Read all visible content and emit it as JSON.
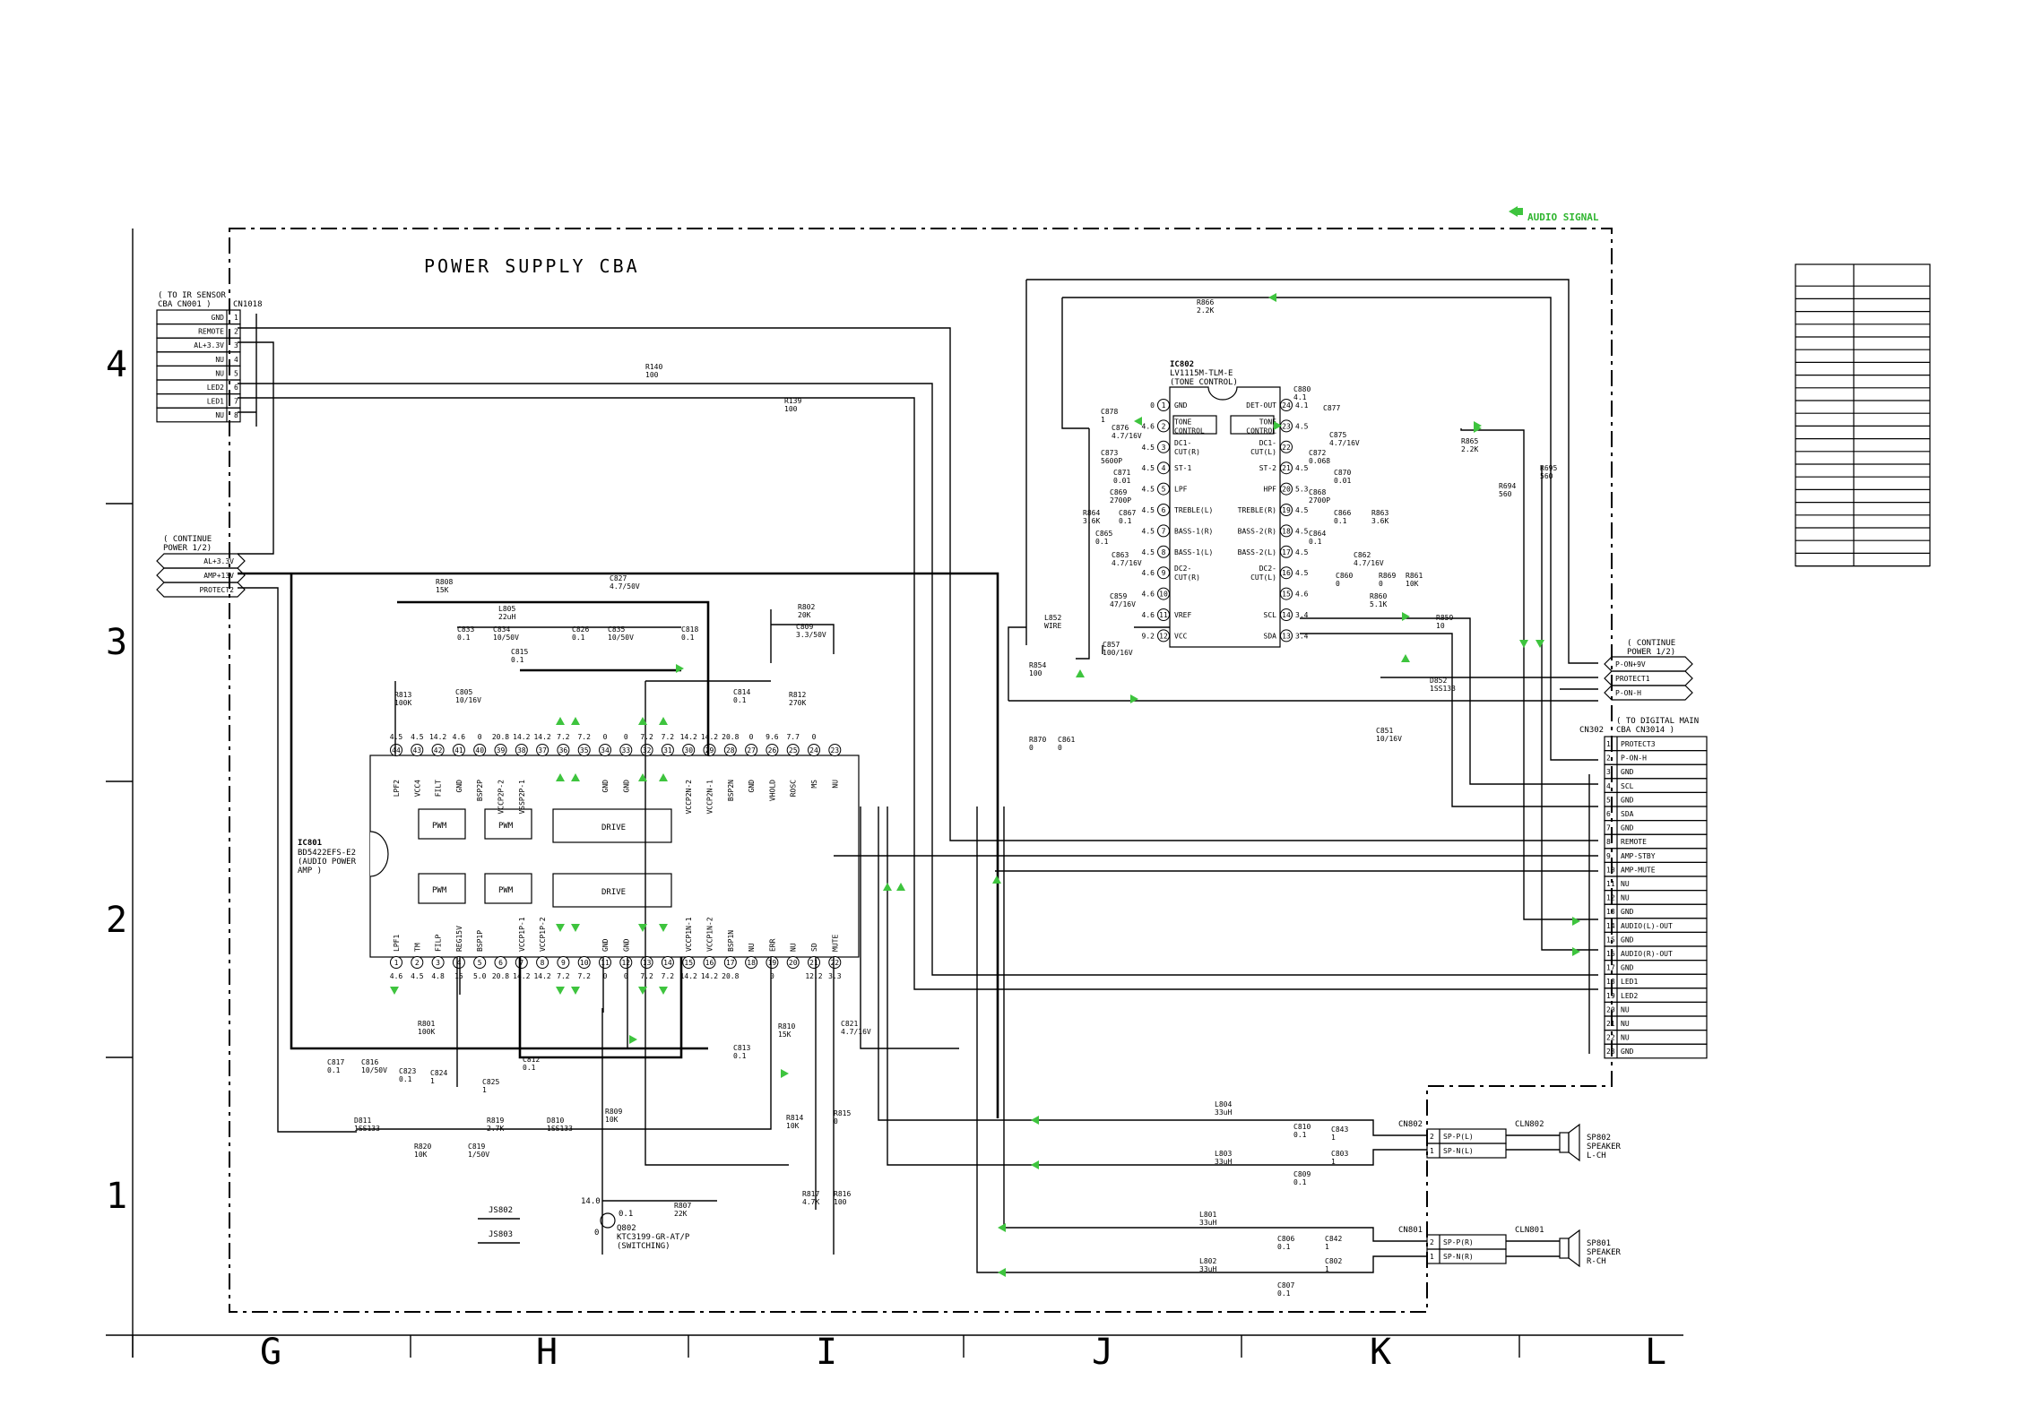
{
  "grid": {
    "rows": [
      "4",
      "3",
      "2",
      "1"
    ],
    "cols": [
      "G",
      "H",
      "I",
      "J",
      "K",
      "L"
    ]
  },
  "header": {
    "title": "POWER SUPPLY CBA",
    "audio_signal": "AUDIO SIGNAL"
  },
  "cn1018": {
    "ref": "CN1018",
    "note1": "( TO IR SENSOR",
    "note2": "CBA CN001 )",
    "pins": [
      {
        "name": "GND",
        "num": "1"
      },
      {
        "name": "REMOTE",
        "num": "2"
      },
      {
        "name": "AL+3.3V",
        "num": "3"
      },
      {
        "name": "NU",
        "num": "4"
      },
      {
        "name": "NU",
        "num": "5"
      },
      {
        "name": "LED2",
        "num": "6"
      },
      {
        "name": "LED1",
        "num": "7"
      },
      {
        "name": "NU",
        "num": "8"
      }
    ]
  },
  "power_left": {
    "note1": "( CONTINUE",
    "note2": "POWER 1/2)",
    "lines": [
      "AL+3.3V",
      "AMP+13V",
      "PROTECT2"
    ]
  },
  "power_right": {
    "note1": "( CONTINUE",
    "note2": "POWER 1/2)",
    "lines": [
      "P-ON+9V",
      "PROTECT1",
      "P-ON-H"
    ]
  },
  "cn302": {
    "ref": "CN302",
    "note1": "( TO DIGITAL MAIN",
    "note2": "CBA CN3014 )",
    "pins": [
      {
        "num": "1",
        "name": "PROTECT3"
      },
      {
        "num": "2",
        "name": "P-ON-H"
      },
      {
        "num": "3",
        "name": "GND"
      },
      {
        "num": "4",
        "name": "SCL"
      },
      {
        "num": "5",
        "name": "GND"
      },
      {
        "num": "6",
        "name": "SDA"
      },
      {
        "num": "7",
        "name": "GND"
      },
      {
        "num": "8",
        "name": "REMOTE"
      },
      {
        "num": "9",
        "name": "AMP-STBY"
      },
      {
        "num": "10",
        "name": "AMP-MUTE"
      },
      {
        "num": "11",
        "name": "NU"
      },
      {
        "num": "12",
        "name": "NU"
      },
      {
        "num": "13",
        "name": "GND"
      },
      {
        "num": "14",
        "name": "AUDIO(L)-OUT"
      },
      {
        "num": "15",
        "name": "GND"
      },
      {
        "num": "16",
        "name": "AUDIO(R)-OUT"
      },
      {
        "num": "17",
        "name": "GND"
      },
      {
        "num": "18",
        "name": "LED1"
      },
      {
        "num": "19",
        "name": "LED2"
      },
      {
        "num": "20",
        "name": "NU"
      },
      {
        "num": "21",
        "name": "NU"
      },
      {
        "num": "22",
        "name": "NU"
      },
      {
        "num": "23",
        "name": "GND"
      }
    ]
  },
  "ic801": {
    "ref": "IC801",
    "part": "BD5422EFS-E2",
    "desc1": "(AUDIO POWER",
    "desc2": "AMP )",
    "top_pins": [
      {
        "num": "44",
        "name": "LPF2",
        "v": "4.5"
      },
      {
        "num": "43",
        "name": "VCC4",
        "v": "4.5"
      },
      {
        "num": "42",
        "name": "FILT",
        "v": "14.2"
      },
      {
        "num": "41",
        "name": "GND",
        "v": "4.6"
      },
      {
        "num": "40",
        "name": "BSP2P",
        "v": "0"
      },
      {
        "num": "39",
        "name": "VCCP2P-2",
        "v": "20.8"
      },
      {
        "num": "38",
        "name": "VSSP2P-1",
        "v": "14.2"
      },
      {
        "num": "37",
        "name": "",
        "v": "14.2"
      },
      {
        "num": "36",
        "name": "",
        "v": "7.2"
      },
      {
        "num": "35",
        "name": "",
        "v": "7.2"
      },
      {
        "num": "34",
        "name": "GND",
        "v": "0"
      },
      {
        "num": "33",
        "name": "GND",
        "v": "0"
      },
      {
        "num": "32",
        "name": "",
        "v": "7.2"
      },
      {
        "num": "31",
        "name": "",
        "v": "7.2"
      },
      {
        "num": "30",
        "name": "VCCP2N-2",
        "v": "14.2"
      },
      {
        "num": "29",
        "name": "VCCP2N-1",
        "v": "14.2"
      },
      {
        "num": "28",
        "name": "BSP2N",
        "v": "20.8"
      },
      {
        "num": "27",
        "name": "GND",
        "v": "0"
      },
      {
        "num": "26",
        "name": "VHOLD",
        "v": "9.6"
      },
      {
        "num": "25",
        "name": "ROSC",
        "v": "7.7"
      },
      {
        "num": "24",
        "name": "MS",
        "v": "0"
      },
      {
        "num": "23",
        "name": "NU",
        "v": ""
      }
    ],
    "bot_pins": [
      {
        "num": "1",
        "name": "LPF1",
        "v": "4.6"
      },
      {
        "num": "2",
        "name": "TM",
        "v": "4.5"
      },
      {
        "num": "3",
        "name": "FILP",
        "v": "4.8"
      },
      {
        "num": "4",
        "name": "REG15V",
        "v": "15"
      },
      {
        "num": "5",
        "name": "BSP1P",
        "v": "5.0"
      },
      {
        "num": "6",
        "name": "",
        "v": "20.8"
      },
      {
        "num": "7",
        "name": "VCCP1P-1",
        "v": "14.2"
      },
      {
        "num": "8",
        "name": "VCCP1P-2",
        "v": "14.2"
      },
      {
        "num": "9",
        "name": "",
        "v": "7.2"
      },
      {
        "num": "10",
        "name": "",
        "v": "7.2"
      },
      {
        "num": "11",
        "name": "GND",
        "v": "0"
      },
      {
        "num": "12",
        "name": "GND",
        "v": "0"
      },
      {
        "num": "13",
        "name": "",
        "v": "7.2"
      },
      {
        "num": "14",
        "name": "",
        "v": "7.2"
      },
      {
        "num": "15",
        "name": "VCCP1N-1",
        "v": "14.2"
      },
      {
        "num": "16",
        "name": "VCCP1N-2",
        "v": "14.2"
      },
      {
        "num": "17",
        "name": "BSP1N",
        "v": "20.8"
      },
      {
        "num": "18",
        "name": "NU",
        "v": ""
      },
      {
        "num": "19",
        "name": "ERR",
        "v": "0"
      },
      {
        "num": "20",
        "name": "NU",
        "v": ""
      },
      {
        "num": "21",
        "name": "SD",
        "v": "12.2"
      },
      {
        "num": "22",
        "name": "MUTE",
        "v": "3.3"
      }
    ],
    "blocks": [
      "PWM",
      "PWM",
      "DRIVE",
      "PWM",
      "PWM",
      "DRIVE"
    ]
  },
  "ic802": {
    "ref": "IC802",
    "part": "LV1115M-TLM-E",
    "desc": "(TONE CONTROL)",
    "left_pins": [
      {
        "num": "1",
        "name": "GND",
        "v": "0"
      },
      {
        "num": "2",
        "name": "TONE CONTROL",
        "v": "4.6"
      },
      {
        "num": "3",
        "name": "DC1- CUT(R)",
        "v": "4.5"
      },
      {
        "num": "4",
        "name": "ST-1",
        "v": "4.5"
      },
      {
        "num": "5",
        "name": "LPF",
        "v": "4.5"
      },
      {
        "num": "6",
        "name": "TREBLE(L)",
        "v": "4.5"
      },
      {
        "num": "7",
        "name": "BASS-1(R)",
        "v": "4.5"
      },
      {
        "num": "8",
        "name": "BASS-1(L)",
        "v": "4.5"
      },
      {
        "num": "9",
        "name": "DC2- CUT(R)",
        "v": "4.6"
      },
      {
        "num": "10",
        "name": "",
        "v": "4.6"
      },
      {
        "num": "11",
        "name": "VREF",
        "v": "4.6"
      },
      {
        "num": "12",
        "name": "VCC",
        "v": "9.2"
      }
    ],
    "right_pins": [
      {
        "num": "24",
        "name": "DET-OUT",
        "v": "4.1"
      },
      {
        "num": "23",
        "name": "TONE CONTROL",
        "v": "4.5"
      },
      {
        "num": "22",
        "name": "DC1- CUT(L)",
        "v": ""
      },
      {
        "num": "21",
        "name": "ST-2",
        "v": "4.5"
      },
      {
        "num": "20",
        "name": "HPF",
        "v": "5.3"
      },
      {
        "num": "19",
        "name": "TREBLE(R)",
        "v": "4.5"
      },
      {
        "num": "18",
        "name": "BASS-2(R)",
        "v": "4.5"
      },
      {
        "num": "17",
        "name": "BASS-2(L)",
        "v": "4.5"
      },
      {
        "num": "16",
        "name": "DC2- CUT(L)",
        "v": "4.5"
      },
      {
        "num": "15",
        "name": "",
        "v": "4.6"
      },
      {
        "num": "14",
        "name": "SCL",
        "v": "3.4"
      },
      {
        "num": "13",
        "name": "SDA",
        "v": "3.4"
      }
    ]
  },
  "components": [
    {
      "ref": "R866",
      "val": "2.2K"
    },
    {
      "ref": "C878",
      "val": "1"
    },
    {
      "ref": "C876",
      "val": "4.7/16V"
    },
    {
      "ref": "C873",
      "val": "5600P"
    },
    {
      "ref": "C871",
      "val": "0.01"
    },
    {
      "ref": "C869",
      "val": "2700P"
    },
    {
      "ref": "R864",
      "val": "3.6K"
    },
    {
      "ref": "C867",
      "val": "0.1"
    },
    {
      "ref": "C865",
      "val": "0.1"
    },
    {
      "ref": "C863",
      "val": "4.7/16V"
    },
    {
      "ref": "C859",
      "val": "47/16V"
    },
    {
      "ref": "L852",
      "val": "WIRE"
    },
    {
      "ref": "C857",
      "val": "100/16V"
    },
    {
      "ref": "R854",
      "val": "100"
    },
    {
      "ref": "C880",
      "val": "4.1"
    },
    {
      "ref": "C877",
      "val": ""
    },
    {
      "ref": "C875",
      "val": "4.7/16V"
    },
    {
      "ref": "C872",
      "val": "0.068"
    },
    {
      "ref": "C870",
      "val": "0.01"
    },
    {
      "ref": "C868",
      "val": "2700P"
    },
    {
      "ref": "C866",
      "val": "0.1"
    },
    {
      "ref": "R863",
      "val": "3.6K"
    },
    {
      "ref": "C864",
      "val": "0.1"
    },
    {
      "ref": "C862",
      "val": "4.7/16V"
    },
    {
      "ref": "C860",
      "val": "0"
    },
    {
      "ref": "R869",
      "val": "0"
    },
    {
      "ref": "R861",
      "val": "10K"
    },
    {
      "ref": "R860",
      "val": "5.1K"
    },
    {
      "ref": "R859",
      "val": "10"
    },
    {
      "ref": "R865",
      "val": "2.2K"
    },
    {
      "ref": "R694",
      "val": "560"
    },
    {
      "ref": "R695",
      "val": "560"
    },
    {
      "ref": "D852",
      "val": "1SS133"
    },
    {
      "ref": "C851",
      "val": "10/16V"
    },
    {
      "ref": "R140",
      "val": "100"
    },
    {
      "ref": "R139",
      "val": "100"
    },
    {
      "ref": "R808",
      "val": "15K"
    },
    {
      "ref": "C827",
      "val": "4.7/50V"
    },
    {
      "ref": "L805",
      "val": "22uH"
    },
    {
      "ref": "C833",
      "val": "0.1"
    },
    {
      "ref": "C834",
      "val": "10/50V"
    },
    {
      "ref": "C826",
      "val": "0.1"
    },
    {
      "ref": "C835",
      "val": "10/50V"
    },
    {
      "ref": "C818",
      "val": "0.1"
    },
    {
      "ref": "R802",
      "val": "20K"
    },
    {
      "ref": "C809",
      "val": "3.3/50V"
    },
    {
      "ref": "C815",
      "val": "0.1"
    },
    {
      "ref": "R813",
      "val": "100K"
    },
    {
      "ref": "C805",
      "val": "10/16V"
    },
    {
      "ref": "C814",
      "val": "0.1"
    },
    {
      "ref": "R812",
      "val": "270K"
    },
    {
      "ref": "R870",
      "val": "0"
    },
    {
      "ref": "C861",
      "val": "0"
    },
    {
      "ref": "R801",
      "val": "100K"
    },
    {
      "ref": "C817",
      "val": "0.1"
    },
    {
      "ref": "C816",
      "val": "10/50V"
    },
    {
      "ref": "C823",
      "val": "0.1"
    },
    {
      "ref": "C824",
      "val": "1"
    },
    {
      "ref": "C825",
      "val": "1"
    },
    {
      "ref": "C812",
      "val": "0.1"
    },
    {
      "ref": "C813",
      "val": "0.1"
    },
    {
      "ref": "R810",
      "val": "15K"
    },
    {
      "ref": "C821",
      "val": "4.7/16V"
    },
    {
      "ref": "D811",
      "val": "1SS133"
    },
    {
      "ref": "R820",
      "val": "10K"
    },
    {
      "ref": "C819",
      "val": "1/50V"
    },
    {
      "ref": "R819",
      "val": "2.7K"
    },
    {
      "ref": "D810",
      "val": "1SS133"
    },
    {
      "ref": "R809",
      "val": "10K"
    },
    {
      "ref": "R814",
      "val": "10K"
    },
    {
      "ref": "R815",
      "val": "0"
    },
    {
      "ref": "R817",
      "val": "4.7K"
    },
    {
      "ref": "R816",
      "val": "100"
    },
    {
      "ref": "R807",
      "val": "22K"
    },
    {
      "ref": "L804",
      "val": "33uH"
    },
    {
      "ref": "C810",
      "val": "0.1"
    },
    {
      "ref": "C843",
      "val": "1"
    },
    {
      "ref": "L803",
      "val": "33uH"
    },
    {
      "ref": "C803",
      "val": "1"
    },
    {
      "ref": "C809b",
      "val": "0.1"
    },
    {
      "ref": "L801",
      "val": "33uH"
    },
    {
      "ref": "C806",
      "val": "0.1"
    },
    {
      "ref": "C842",
      "val": "1"
    },
    {
      "ref": "L802",
      "val": "33uH"
    },
    {
      "ref": "C802",
      "val": "1"
    },
    {
      "ref": "C807",
      "val": "0.1"
    }
  ],
  "q802": {
    "ref": "Q802",
    "part": "KTC3199-GR-AT/P",
    "desc": "(SWITCHING)",
    "v_c": "14.0",
    "v_b": "0.1",
    "v_e": "0"
  },
  "jumpers": [
    "JS802",
    "JS803"
  ],
  "cn802": {
    "ref": "CN802",
    "pins": [
      {
        "num": "2",
        "name": "SP-P(L)"
      },
      {
        "num": "1",
        "name": "SP-N(L)"
      }
    ],
    "cln": "CLN802",
    "sp_ref": "SP802",
    "sp_desc1": "SPEAKER",
    "sp_desc2": "L-CH"
  },
  "cn801": {
    "ref": "CN801",
    "pins": [
      {
        "num": "2",
        "name": "SP-P(R)"
      },
      {
        "num": "1",
        "name": "SP-N(R)"
      }
    ],
    "cln": "CLN801",
    "sp_ref": "SP801",
    "sp_desc1": "SPEAKER",
    "sp_desc2": "R-CH"
  },
  "colors": {
    "signal_arrow": "#3ec43e",
    "line": "#000000",
    "background": "#ffffff"
  }
}
